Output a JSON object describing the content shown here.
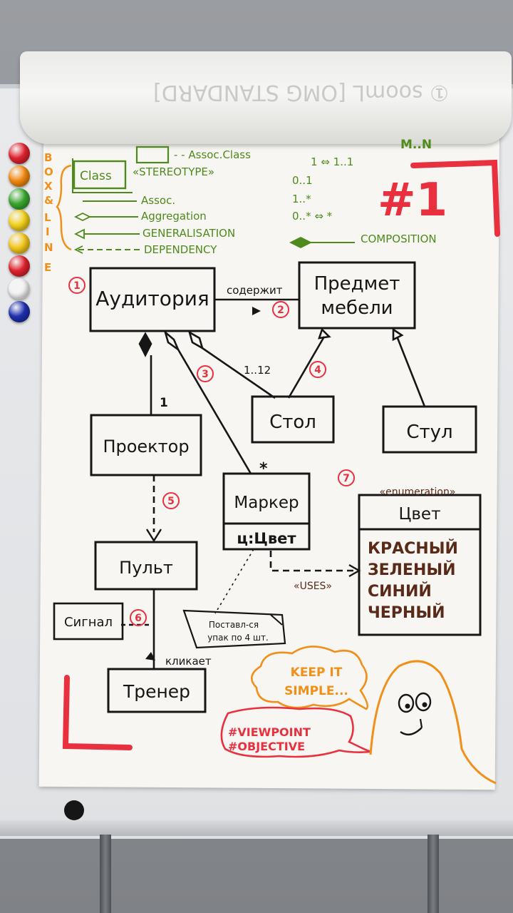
{
  "roll_text": "① soomL [OMG STANDARD]",
  "legend": {
    "side_label": [
      "B",
      "O",
      "X",
      "&",
      "L",
      "I",
      "N",
      "E"
    ],
    "assoc_class": "- - Assoc.Class",
    "class": "Class",
    "stereotype": "«STEREOTYPE»",
    "assoc": "Assoc.",
    "aggregation": "Aggregation",
    "generalisation": "GENERALISATION",
    "dependency": "DEPENDENCY",
    "composition": "COMPOSITION",
    "mult_mn": "M..N",
    "mult_1": "1 ⇔ 1..1",
    "mult_01": "0..1",
    "mult_1n": "1..*",
    "mult_0n": "0..* ⇔ *"
  },
  "badge": "#1",
  "classes": {
    "auditoria": "Аудитория",
    "predmet": [
      "Предмет",
      "мебели"
    ],
    "stol": "Стол",
    "stul": "Стул",
    "proektor": "Проектор",
    "marker": "Маркер",
    "marker_attr": "ц:Цвет",
    "pult": "Пульт",
    "signal": "Сигнал",
    "trener": "Тренер",
    "note": [
      "Поставл-ся",
      "упак по 4 шт."
    ],
    "color_stereotype": "«enumeration»",
    "color": "Цвет",
    "color_values": [
      "КРАСНЫЙ",
      "ЗЕЛЕНЫЙ",
      "СИНИЙ",
      "ЧЕРНЫЙ"
    ]
  },
  "labels": {
    "contains": "содержит",
    "mult_1_12": "1..12",
    "mult_1": "1",
    "mult_star": "*",
    "uses": "«USES»",
    "clicks": "кликает"
  },
  "markers": [
    "1",
    "2",
    "3",
    "4",
    "5",
    "6",
    "7"
  ],
  "bubbles": {
    "keep": [
      "KEEP IT",
      "SIMPLE..."
    ],
    "viewpoint": [
      "#VIEWPOINT",
      "#OBJECTIVE"
    ]
  },
  "colors": {
    "green": "#4e8a1c",
    "orange": "#f0901a",
    "red": "#e8303e",
    "black": "#161616",
    "brown": "#5a2a18",
    "magnets": [
      "#e2232f",
      "#f58a10",
      "#3aa830",
      "#f4d21a",
      "#f4c81a",
      "#e2232f",
      "#f4f4f4",
      "#2030b0"
    ]
  }
}
